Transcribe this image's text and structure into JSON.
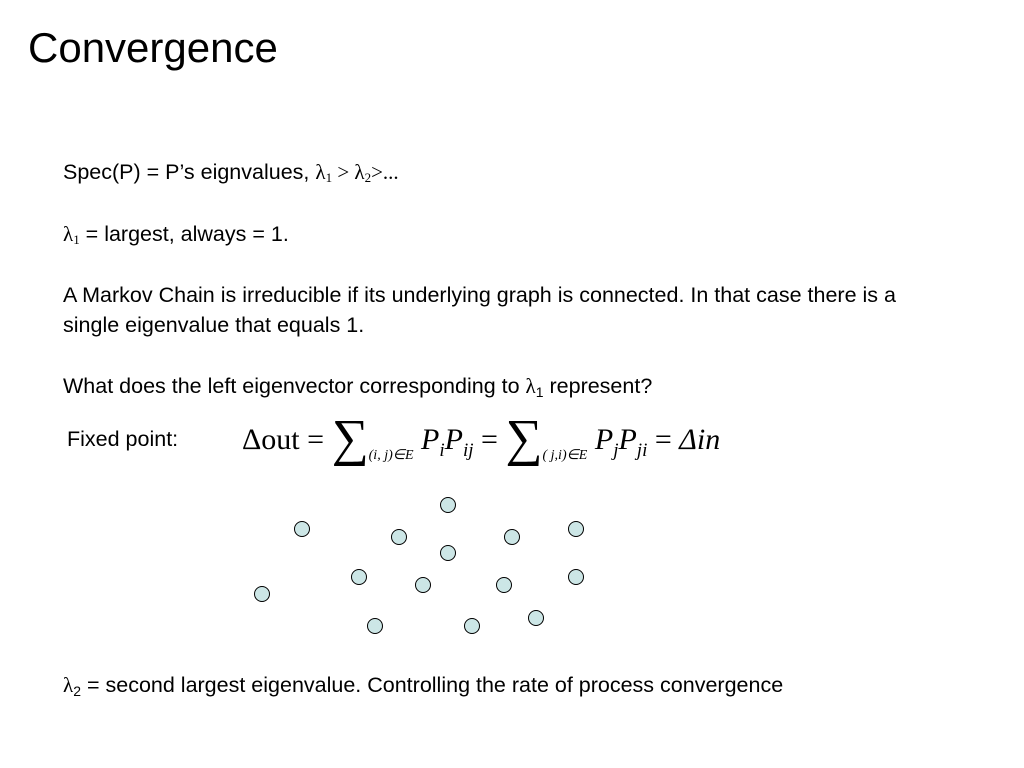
{
  "slide": {
    "title": "Convergence",
    "line1": {
      "text": "Spec(P) = P’s eignvalues, ",
      "lambda": "λ",
      "sub1": "1",
      "gt": " > ",
      "sub2": "2",
      "rest": ">..."
    },
    "line2": {
      "lambda": "λ",
      "sub": "1",
      "text": " = largest, always = 1."
    },
    "paragraph": "A Markov Chain is irreducible if its underlying graph is connected. In that case there is a single eigenvalue that equals 1.",
    "question": {
      "before": "What does the left eigenvector corresponding to ",
      "lambda": "λ",
      "sub": "1",
      "after": " represent?"
    },
    "fixed_point_label": "Fixed point:",
    "formula": {
      "delta_out": "Δout",
      "eq1": " = ",
      "sigma": "∑",
      "lim1": "(i, j)∈E",
      "p1": "P",
      "p1_sub": "i",
      "p2": "P",
      "p2_sub": "ij",
      "eq2": " = ",
      "lim2": "( j,i)∈E",
      "p3": "P",
      "p3_sub": "j",
      "p4": "P",
      "p4_sub": "ji",
      "eq3": " = ",
      "delta_in": "Δin"
    },
    "last_line": {
      "lambda": "λ",
      "sub": "2",
      "text": " = second largest eigenvalue. Controlling the rate of process convergence"
    },
    "node_color": "#cce6e6"
  }
}
